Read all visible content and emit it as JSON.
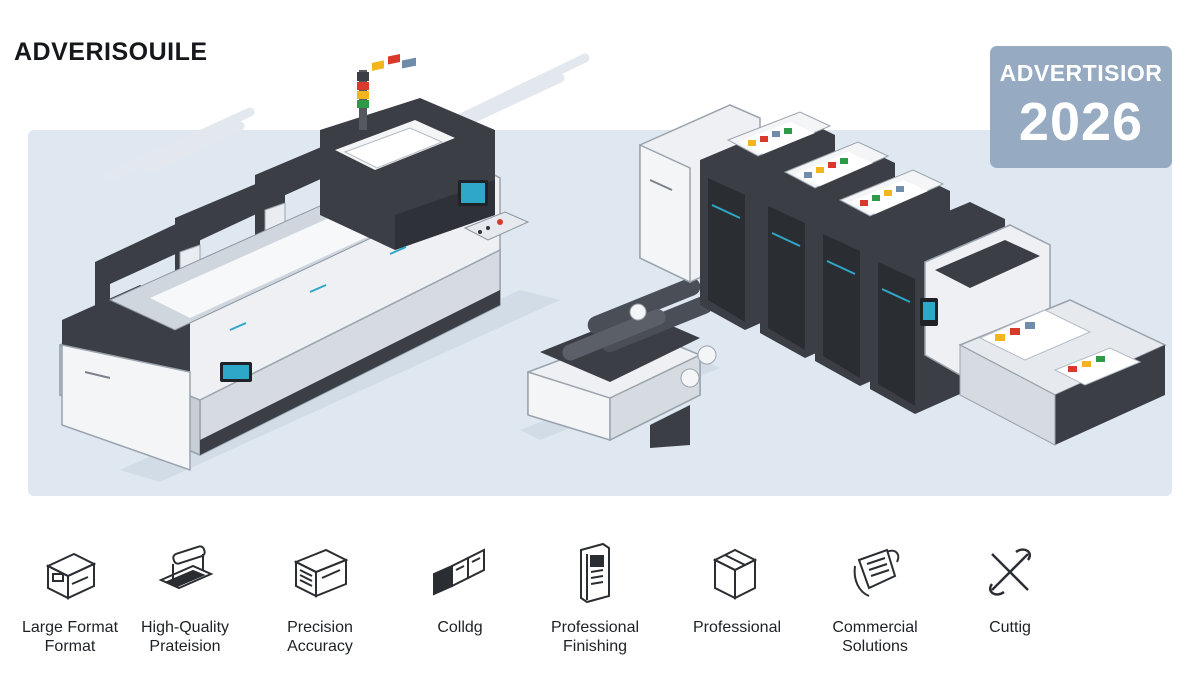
{
  "header": {
    "brand": "ADVERISOUILE"
  },
  "badge": {
    "title": "ADVERTISIOR",
    "year": "2026"
  },
  "colors": {
    "panel": "#dfe8f1",
    "badge": "#96aac1",
    "machine_dark": "#3b3e45",
    "machine_light": "#eef0f3",
    "screen": "#2fa7c9",
    "accent_red": "#d9392b",
    "accent_yellow": "#f2b51e",
    "accent_green": "#2e9a47"
  },
  "illustration": {
    "items": [
      {
        "name": "large-format-printer",
        "icon": "printer-illustration"
      },
      {
        "name": "roll-media-unit",
        "icon": "paper-roll-illustration"
      },
      {
        "name": "offset-press-line",
        "icon": "press-line-illustration"
      }
    ]
  },
  "features": [
    {
      "icon": "large-format-icon",
      "line1": "Large Format",
      "line2": "Format"
    },
    {
      "icon": "plotter-icon",
      "line1": "High-Quality",
      "line2": "Prateision"
    },
    {
      "icon": "precision-icon",
      "line1": "Precision",
      "line2": "Accuracy"
    },
    {
      "icon": "folding-icon",
      "line1": "Colldg",
      "line2": ""
    },
    {
      "icon": "finishing-icon",
      "line1": "Professional",
      "line2": "Finishing"
    },
    {
      "icon": "box-icon",
      "line1": "Professional",
      "line2": ""
    },
    {
      "icon": "commercial-icon",
      "line1": "Commercial",
      "line2": "Solutions"
    },
    {
      "icon": "cutting-icon",
      "line1": "Cuttig",
      "line2": ""
    }
  ]
}
